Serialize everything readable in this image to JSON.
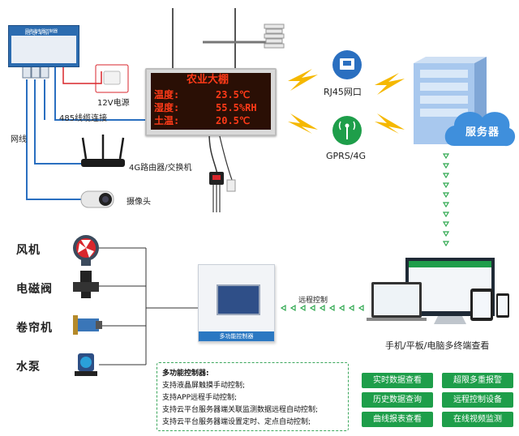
{
  "device": {
    "title": "网络继电器控制器",
    "model": "RS-QF-4-Tin"
  },
  "led_screen": {
    "title": "农业大棚",
    "rows": [
      {
        "label": "温度:",
        "value": "23.5℃"
      },
      {
        "label": "湿度:",
        "value": "55.5%RH"
      },
      {
        "label": "土温:",
        "value": "20.5℃"
      }
    ]
  },
  "labels": {
    "power": "12V电源",
    "rs485": "485线缆连接",
    "network_cable": "网线",
    "router": "4G路由器/交换机",
    "camera": "摄像头",
    "rj45": "RJ45网口",
    "gprs": "GPRS/4G",
    "server": "服务器",
    "remote_control": "远程控制",
    "terminals": "手机/平板/电脑多终端查看",
    "cabinet": "多功能控制器"
  },
  "equipment": [
    "风机",
    "电磁阀",
    "卷帘机",
    "水泵"
  ],
  "controller_features": {
    "title": "多功能控制器:",
    "lines": [
      "支持液晶屏触摸手动控制;",
      "支持APP远程手动控制;",
      "支持云平台服务器端关联监测数据远程自动控制;",
      "支持云平台服务器端设置定时、定点自动控制;"
    ]
  },
  "features": [
    "实时数据查看",
    "超限多重报警",
    "历史数据查询",
    "远程控制设备",
    "曲线报表查看",
    "在线视频监测"
  ],
  "colors": {
    "accent_green": "#1e9e4a",
    "line_blue": "#2a6fc0",
    "wire_red": "#d9262c",
    "led_red": "#ff3a18"
  }
}
